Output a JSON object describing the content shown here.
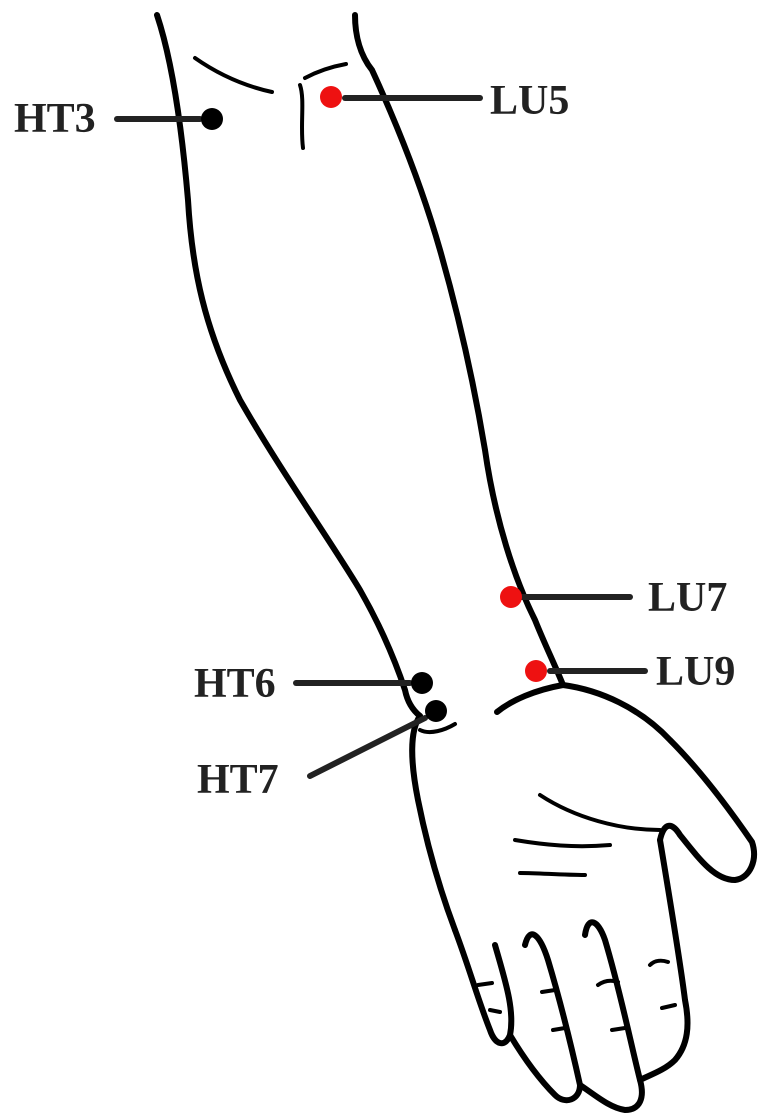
{
  "colors": {
    "heart_point": "#000000",
    "lung_point": "#ee1111",
    "outline": "#000000",
    "label": "#222222"
  },
  "points": [
    {
      "label": "HT3",
      "color": "#000000"
    },
    {
      "label": "LU5",
      "color": "#ee1111"
    },
    {
      "label": "LU7",
      "color": "#ee1111"
    },
    {
      "label": "LU9",
      "color": "#ee1111"
    },
    {
      "label": "HT6",
      "color": "#000000"
    },
    {
      "label": "HT7",
      "color": "#000000"
    }
  ]
}
